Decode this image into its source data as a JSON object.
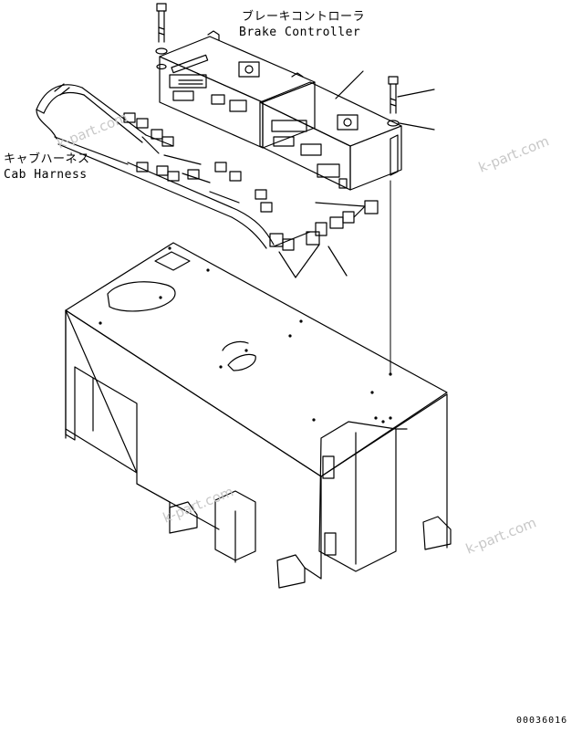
{
  "labels": {
    "brake_controller_jp": "ブレーキコントローラ",
    "brake_controller_en": "Brake Controller",
    "cab_harness_jp": "キャブハーネス",
    "cab_harness_en": "Cab Harness"
  },
  "watermark": "k-part.com",
  "drawing_code": "00036016"
}
